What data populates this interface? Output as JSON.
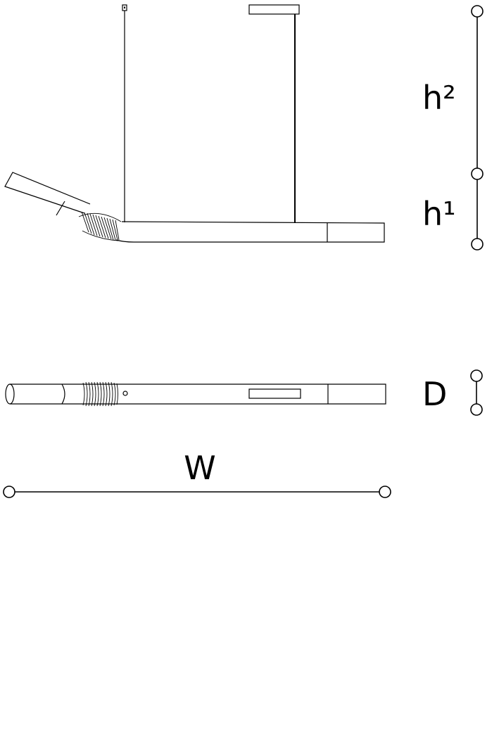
{
  "dimensions": {
    "h2": "h²",
    "h1": "h¹",
    "depth": "D",
    "width": "W"
  },
  "colors": {
    "line": "#000000",
    "background": "#ffffff"
  }
}
